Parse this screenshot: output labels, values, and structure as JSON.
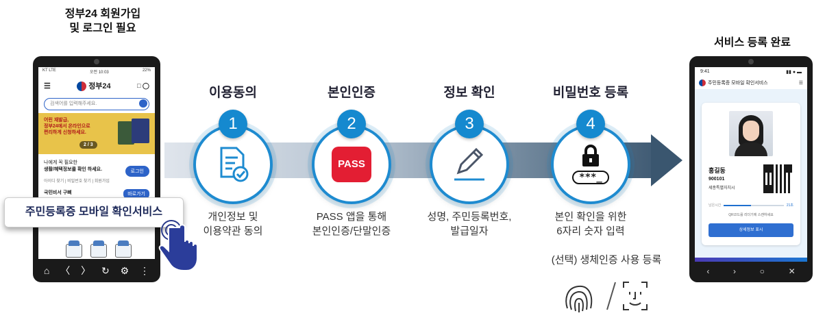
{
  "left_title": [
    "정부24 회원가입",
    "및 로그인 필요"
  ],
  "right_title": "서비스 등록 완료",
  "callout": "주민등록증 모바일 확인서비스",
  "steps": [
    {
      "num": "1",
      "title": "이용동의",
      "desc": [
        "개인정보 및",
        "이용약관 동의"
      ],
      "icon": "document-check-icon"
    },
    {
      "num": "2",
      "title": "본인인증",
      "desc": [
        "PASS 앱을 통해",
        "본인인증/단말인증"
      ],
      "icon": "pass-logo",
      "logo_text": "PASS"
    },
    {
      "num": "3",
      "title": "정보 확인",
      "desc": [
        "성명, 주민등록번호,",
        "발급일자"
      ],
      "icon": "pencil-icon"
    },
    {
      "num": "4",
      "title": "비밀번호 등록",
      "desc": [
        "본인 확인을 위한",
        "6자리 숫자 입력"
      ],
      "icon": "lock-icon",
      "mask": "***_"
    }
  ],
  "optional_note": "(선택) 생체인증 사용 등록",
  "left_phone": {
    "status_left": "KT LTE",
    "status_time": "오전 10:03",
    "status_right": "22%",
    "brand": "정부24",
    "search_placeholder": "검색어를 입력해주세요.",
    "banner_lines": [
      "어린 재발급,",
      "정부24에서 온라인으로",
      "편리하게 신청하세요."
    ],
    "banner_pager": "2 / 3",
    "info_line1": "나에게 꼭 필요한",
    "info_line2": "생활/혜택정보를 확인 하세요.",
    "login_button": "로그인",
    "links": "아이디 찾기 | 비밀번호 찾기 | 회원가입",
    "citizen_label": "국민비서 구삐",
    "citizen_button": "바로가기"
  },
  "right_phone": {
    "time": "9:41",
    "header": "주민등록증 모바일 확인서비스",
    "name": "홍길동",
    "dob": "900101",
    "addr": "세종특별자치시",
    "timer_label": "남은시간",
    "timer_value": "21초",
    "timer_progress": 0.45,
    "qr_note": "QR코드를 리더기에 스캔하세요",
    "detail_button": "상세정보 표시"
  },
  "colors": {
    "accent": "#1589cf",
    "pass": "#e31e33",
    "band_end": "#3a566f"
  }
}
